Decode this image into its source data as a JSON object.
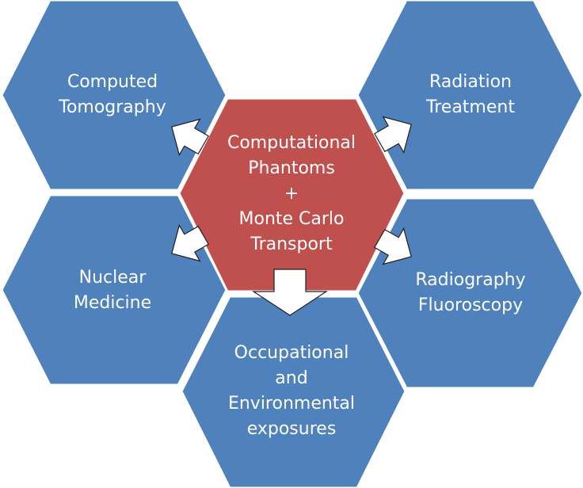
{
  "colors": {
    "outer_hexagon": "#4f81bd",
    "center_hexagon": "#c0504d",
    "text": "#ffffff",
    "arrow_fill": "#ffffff"
  },
  "center": {
    "label": "Computational\nPhantoms\n+\nMonte Carlo\nTransport"
  },
  "nodes": {
    "computed_tomography": "Computed\nTomography",
    "radiation_treatment": "Radiation\nTreatment",
    "nuclear_medicine": "Nuclear\nMedicine",
    "radiography_fluoroscopy": "Radiography\nFluoroscopy",
    "occupational_environmental": "Occupational\nand\nEnvironmental\nexposures"
  }
}
